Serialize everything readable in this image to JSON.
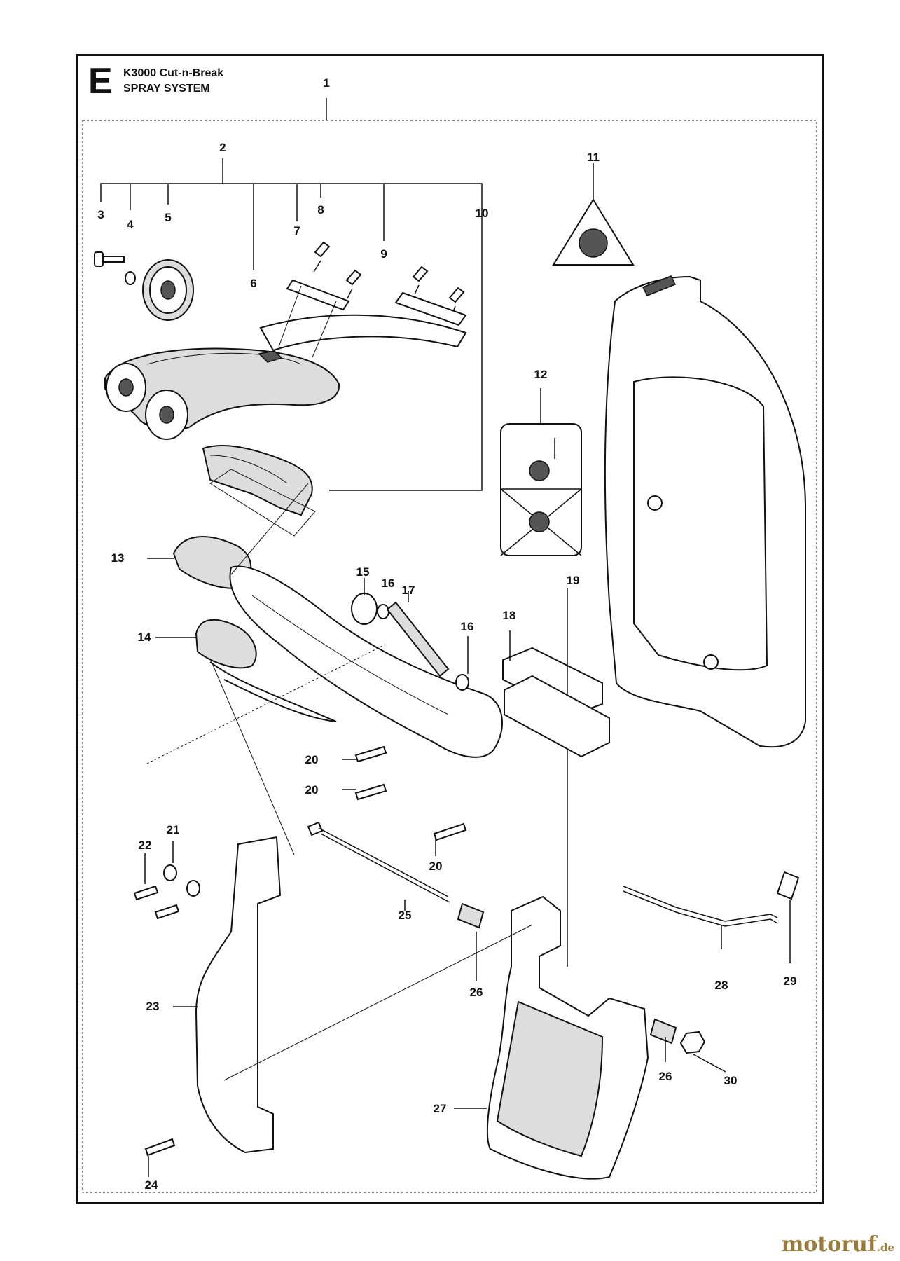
{
  "header": {
    "section_letter": "E",
    "model": "K3000 Cut-n-Break",
    "title": "SPRAY SYSTEM"
  },
  "callouts": [
    "1",
    "2",
    "3",
    "4",
    "5",
    "6",
    "7",
    "8",
    "9",
    "10",
    "11",
    "12",
    "13",
    "14",
    "15",
    "16",
    "17",
    "16",
    "18",
    "19",
    "20",
    "20",
    "20",
    "21",
    "22",
    "23",
    "24",
    "25",
    "26",
    "26",
    "27",
    "28",
    "29",
    "30"
  ],
  "watermark": {
    "brand": "motoruf",
    "suffix": ".de",
    "color": "#9a7a3a"
  }
}
